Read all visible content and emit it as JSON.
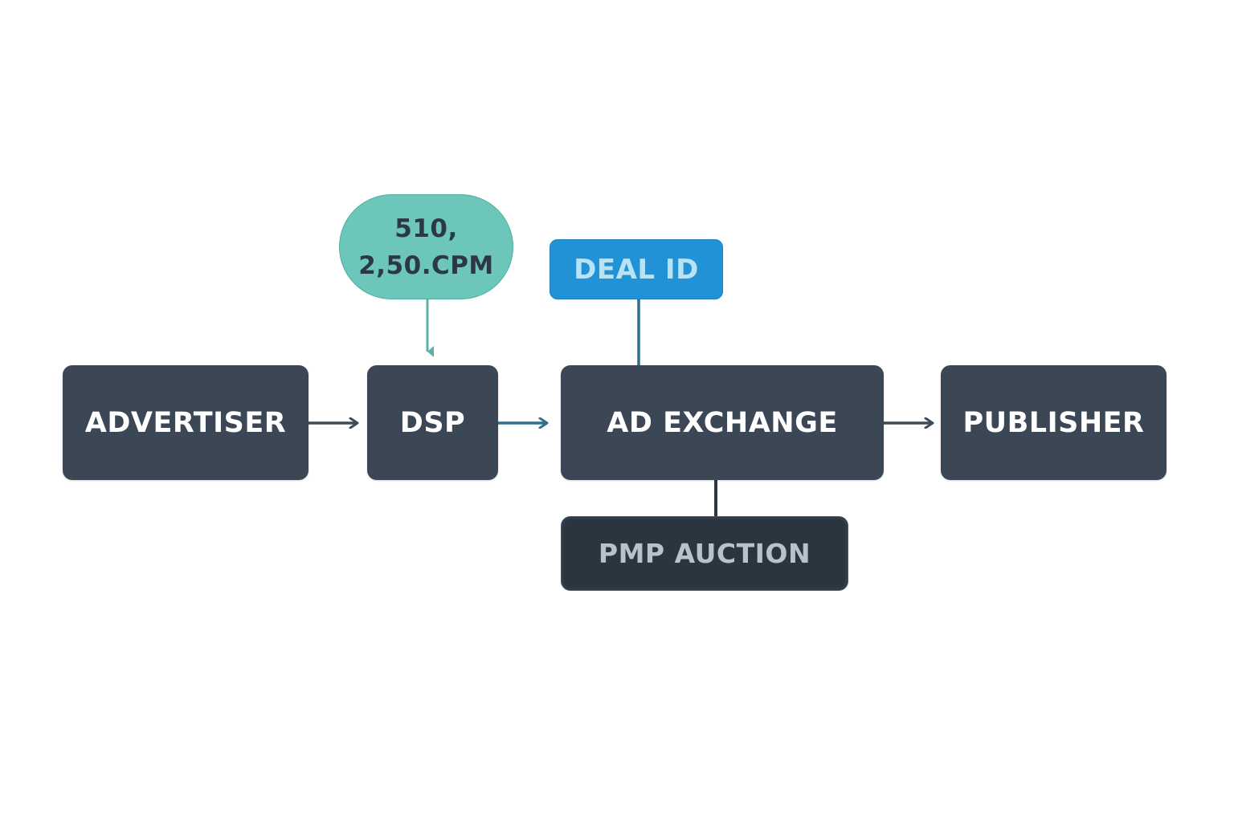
{
  "diagram": {
    "nodes": {
      "advertiser": {
        "label": "ADVERTISER"
      },
      "dsp": {
        "label": "DSP"
      },
      "ad_exchange": {
        "label": "AD EXCHANGE"
      },
      "publisher": {
        "label": "PUBLISHER"
      },
      "bid_price": {
        "line1": "510,",
        "line2": "2,50.CPM"
      },
      "deal_id": {
        "label": "DEAL ID"
      },
      "pmp_auction": {
        "label": "PMP AUCTION"
      }
    },
    "edges": [
      {
        "from": "advertiser",
        "to": "dsp",
        "arrow": true
      },
      {
        "from": "dsp",
        "to": "ad_exchange",
        "arrow": true
      },
      {
        "from": "ad_exchange",
        "to": "publisher",
        "arrow": true
      },
      {
        "from": "bid_price",
        "to": "dsp",
        "arrow": true
      },
      {
        "from": "deal_id",
        "to": "ad_exchange",
        "arrow": false
      },
      {
        "from": "ad_exchange",
        "to": "pmp_auction",
        "arrow": false
      }
    ],
    "colors": {
      "node_dark": "#3b4754",
      "node_text": "#ffffff",
      "bid_price_fill": "#6cc6b9",
      "deal_id_fill": "#2292d6",
      "deal_id_text": "#b8e3f7",
      "pmp_fill": "#2a3540",
      "pmp_text": "#b9c1c9",
      "arrow_dark": "#3f4b57",
      "arrow_blue": "#2f6f8f",
      "arrow_teal": "#5ab3a6"
    }
  }
}
